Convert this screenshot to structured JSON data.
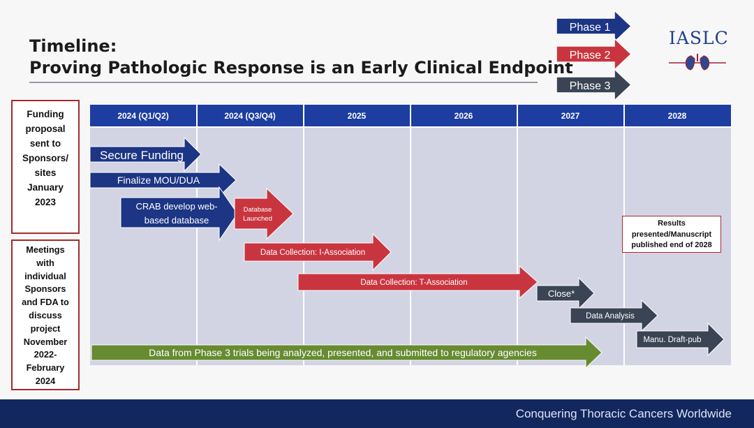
{
  "header": {
    "title_line1": "Timeline:",
    "title_line2": "Proving Pathologic Response is an Early Clinical Endpoint",
    "logo": "IASLC"
  },
  "legend": [
    {
      "label": "Phase 1",
      "color": "#1c3584"
    },
    {
      "label": "Phase 2",
      "color": "#c9353f"
    },
    {
      "label": "Phase 3",
      "color": "#3a4454"
    }
  ],
  "columns": [
    "2024 (Q1/Q2)",
    "2024 (Q3/Q4)",
    "2025",
    "2026",
    "2027",
    "2028"
  ],
  "side_notes": {
    "funding": [
      "Funding",
      "proposal",
      "sent to",
      "Sponsors/",
      "sites",
      "January",
      "2023"
    ],
    "meetings": [
      "Meetings",
      "with",
      "individual",
      "Sponsors",
      "and FDA to",
      "discuss",
      "project",
      "November",
      "2022-",
      "February",
      "2024"
    ]
  },
  "tasks": [
    {
      "label": "Secure Funding",
      "phase": "Phase 1"
    },
    {
      "label": "Finalize MOU/DUA",
      "phase": "Phase 1"
    },
    {
      "label_lines": [
        "CRAB develop web-",
        "based database"
      ],
      "phase": "Phase 1"
    },
    {
      "label_lines": [
        "Database",
        "Launched"
      ],
      "phase": "Phase 2"
    },
    {
      "label": "Data Collection: I-Association",
      "phase": "Phase 2"
    },
    {
      "label": "Data Collection: T-Association",
      "phase": "Phase 2"
    },
    {
      "label": "Close*",
      "phase": "Phase 3"
    },
    {
      "label": "Data Analysis",
      "phase": "Phase 3"
    },
    {
      "label": "Manu. Draft-pub",
      "phase": "Phase 3"
    },
    {
      "label": "Data from Phase 3 trials being analyzed, presented, and submitted to regulatory agencies"
    }
  ],
  "results_note": [
    "Results",
    "presented/Manuscript",
    "published end of 2028"
  ],
  "colors": {
    "header_band": "#1d3ea0",
    "grid_bg": "#d2d4e4",
    "green": "#678b31",
    "footer": "#12275e"
  },
  "footer": "Conquering Thoracic Cancers Worldwide"
}
